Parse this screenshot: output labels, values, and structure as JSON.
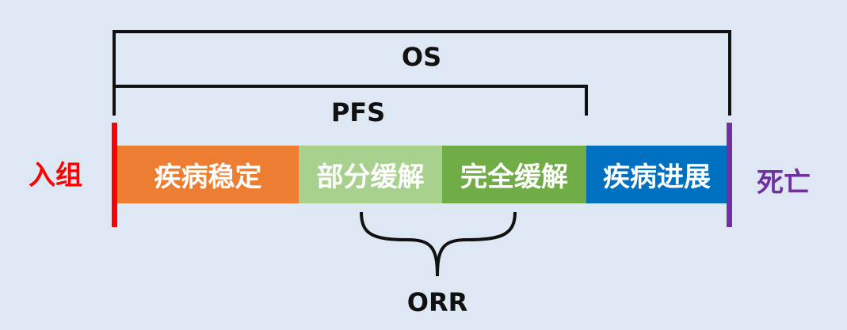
{
  "brackets": {
    "os_label": "OS",
    "pfs_label": "PFS",
    "orr_label": "ORR"
  },
  "start": {
    "label": "入组",
    "color": "#ff0000"
  },
  "end": {
    "label": "死亡",
    "color": "#7030a0"
  },
  "segments": [
    {
      "label": "疾病稳定",
      "color": "#ed7d31"
    },
    {
      "label": "部分缓解",
      "color": "#a9d18e"
    },
    {
      "label": "完全缓解",
      "color": "#70ad47"
    },
    {
      "label": "疾病进展",
      "color": "#0070c0"
    }
  ]
}
